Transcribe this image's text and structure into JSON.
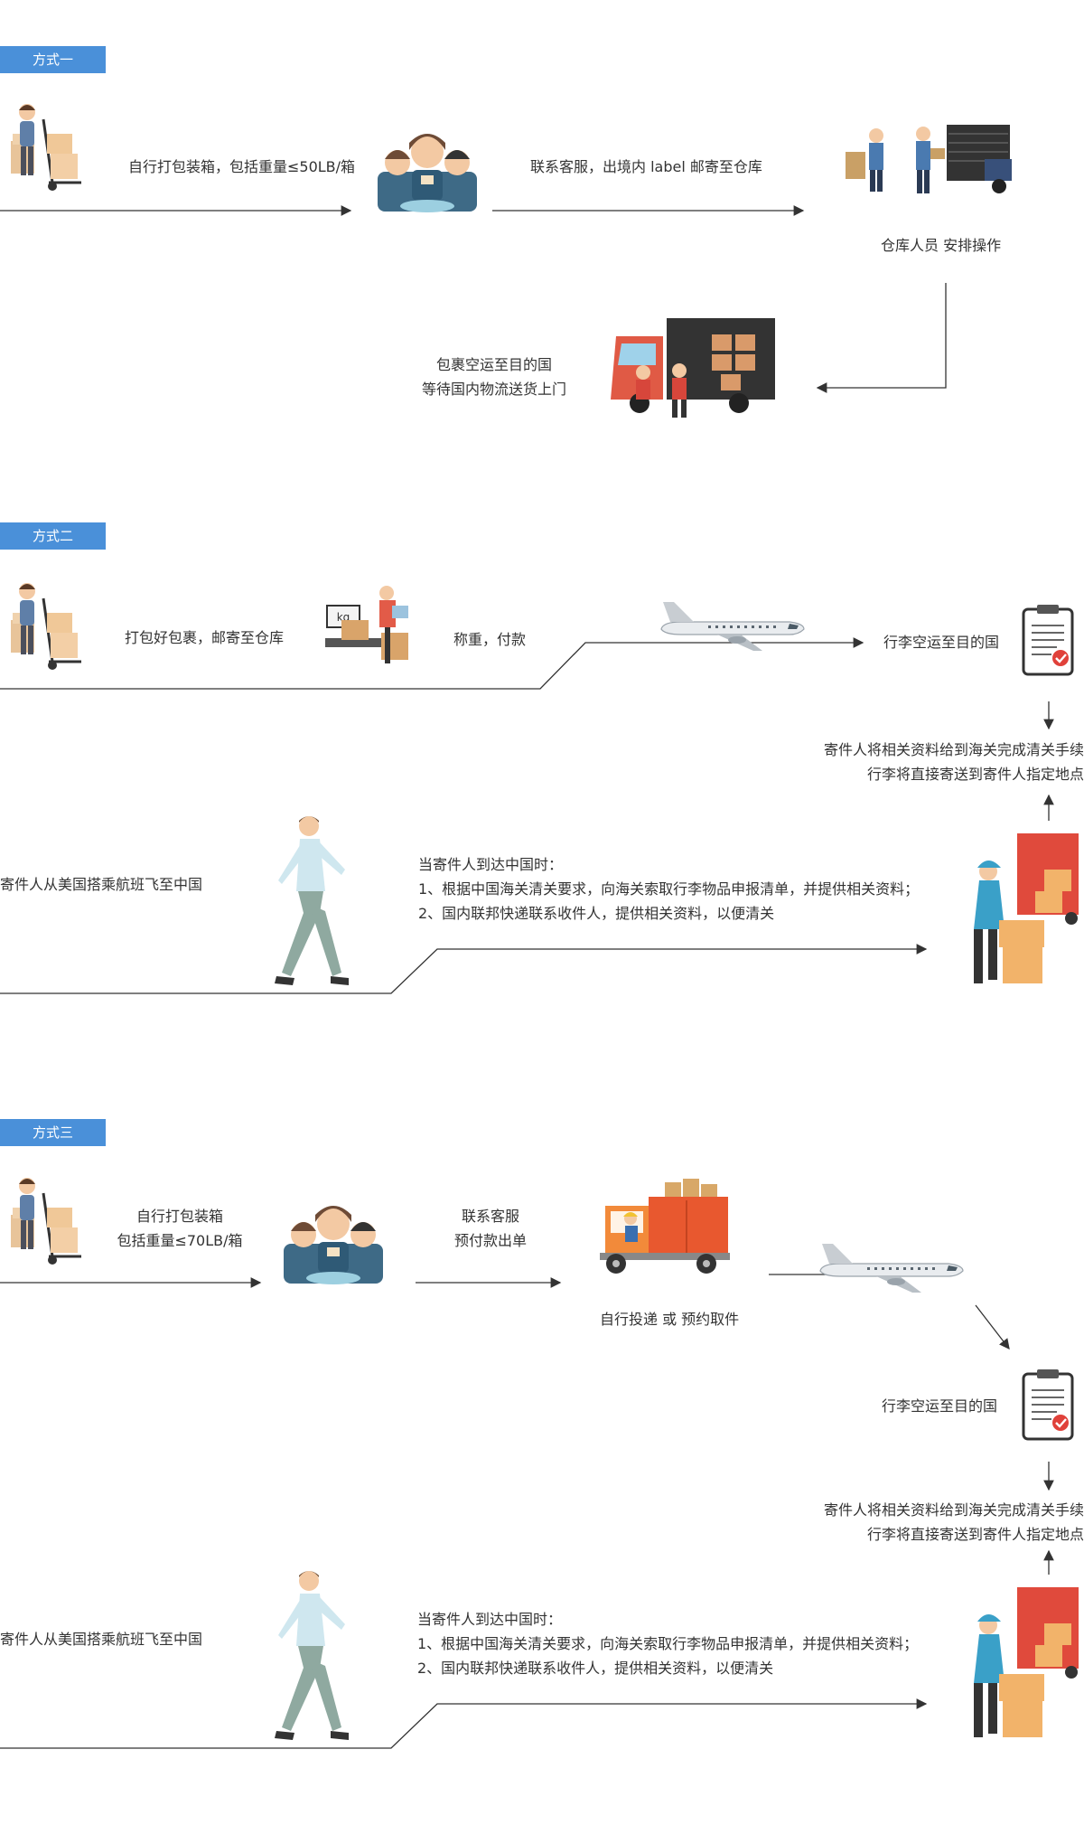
{
  "colors": {
    "tag": "#4a90d9",
    "line": "#333333"
  },
  "method1": {
    "tag": "方式一",
    "step1": "自行打包装箱，包括重量≤50LB/箱",
    "step2": "联系客服，出境内 label 邮寄至仓库",
    "step3": "仓库人员  安排操作",
    "step4_line1": "包裹空运至目的国",
    "step4_line2": "等待国内物流送货上门"
  },
  "method2": {
    "tag": "方式二",
    "step1": "打包好包裹，邮寄至仓库",
    "step2": "称重，付款",
    "step3": "行李空运至目的国",
    "customs_line1": "寄件人将相关资料给到海关完成清关手续",
    "customs_line2": "行李将直接寄送到寄件人指定地点",
    "flight": "寄件人从美国搭乘航班飞至中国",
    "arrival_title": "当寄件人到达中国时：",
    "arrival_item1": "1、根据中国海关清关要求，向海关索取行李物品申报清单，并提供相关资料；",
    "arrival_item2": "2、国内联邦快递联系收件人，提供相关资料，以便清关"
  },
  "method3": {
    "tag": "方式三",
    "step1_line1": "自行打包装箱",
    "step1_line2": "包括重量≤70LB/箱",
    "step2_line1": "联系客服",
    "step2_line2": "预付款出单",
    "step3": "自行投递 或 预约取件",
    "step4": "行李空运至目的国",
    "customs_line1": "寄件人将相关资料给到海关完成清关手续",
    "customs_line2": "行李将直接寄送到寄件人指定地点",
    "flight": "寄件人从美国搭乘航班飞至中国",
    "arrival_title": "当寄件人到达中国时：",
    "arrival_item1": "1、根据中国海关清关要求，向海关索取行李物品申报清单，并提供相关资料；",
    "arrival_item2": "2、国内联邦快递联系收件人，提供相关资料，以便清关"
  },
  "icons": {
    "packer": "person-packing-boxes-icon",
    "service": "customer-service-icon",
    "warehouse": "warehouse-staff-truck-icon",
    "delivery_truck": "delivery-truck-icon",
    "scale": "weighing-scale-icon",
    "airplane": "airplane-icon",
    "clipboard": "clipboard-check-icon",
    "walker": "walking-man-icon",
    "courier": "courier-with-boxes-icon",
    "tuk": "delivery-tricycle-icon"
  }
}
